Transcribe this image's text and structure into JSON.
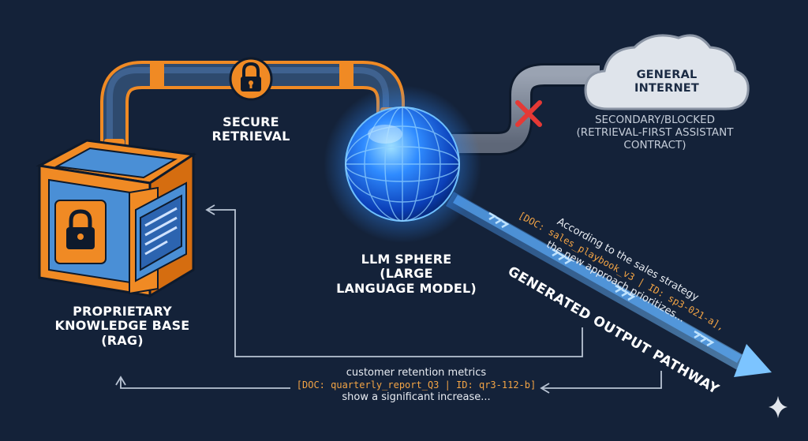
{
  "labels": {
    "secure_retrieval": [
      "SECURE",
      "RETRIEVAL"
    ],
    "general_internet": [
      "GENERAL",
      "INTERNET"
    ],
    "secondary_blocked": [
      "SECONDARY/BLOCKED",
      "(RETRIEVAL-FIRST ASSISTANT",
      "CONTRACT)"
    ],
    "llm_sphere": [
      "LLM SPHERE",
      "(LARGE",
      "LANGUAGE MODEL)"
    ],
    "knowledge_base": [
      "PROPRIETARY",
      "KNOWLEDGE BASE",
      "(RAG)"
    ],
    "output_pathway": "GENERATED OUTPUT PATHWAY"
  },
  "output_sample": {
    "line1": "According to the sales strategy",
    "citation": "[DOC: sales_playbook_v3 | ID: sp3-021-a],",
    "line3": "the new approach prioritizes..."
  },
  "return_sample": {
    "line1": "customer retention metrics",
    "citation": "[DOC: quarterly_report_Q3 | ID: qr3-112-b]",
    "line3": "show a significant increase..."
  },
  "colors": {
    "background": "#142239",
    "orange": "#f08a24",
    "blue_panel": "#4a8fd6",
    "sphere_glow": "#2f8bff",
    "pipe": "#2e4a6e",
    "blocked_pipe": "#8a94a6",
    "block_mark": "#e53935",
    "citation": "#f3a445"
  },
  "icons": [
    "lock-icon",
    "cloud-icon",
    "blocked-x-icon",
    "sparkle-icon",
    "arrow-icon"
  ]
}
